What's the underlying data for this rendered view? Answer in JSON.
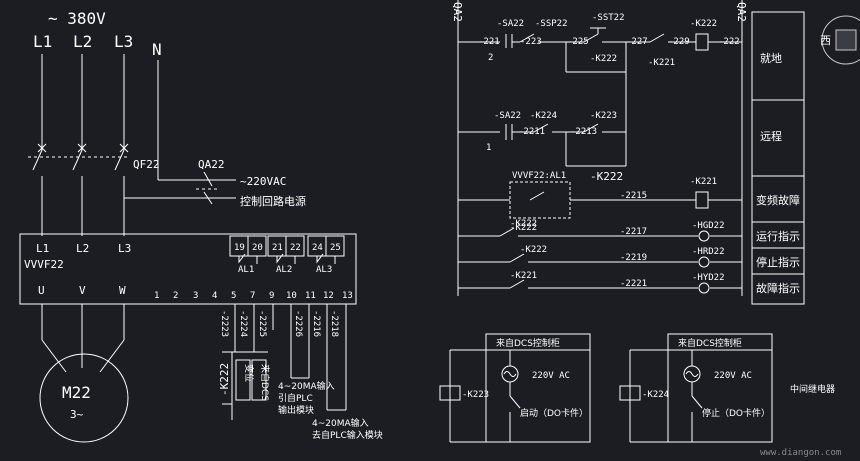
{
  "power": {
    "voltage": "~ 380V",
    "phases": [
      "L1",
      "L2",
      "L3"
    ],
    "neutral": "N",
    "breaker": "QF22",
    "isolator": "QA22",
    "ctrl_voltage": "~220VAC",
    "ctrl_label": "控制回路电源"
  },
  "vfd": {
    "name": "VVVF22",
    "inputs": [
      "L1",
      "L2",
      "L3"
    ],
    "outputs": [
      "U",
      "V",
      "W"
    ],
    "relay_terms": [
      "19",
      "20",
      "21",
      "22",
      "24",
      "25"
    ],
    "relay_names": [
      "AL1",
      "AL2",
      "AL3"
    ],
    "ctrl_terms": [
      "1",
      "2",
      "3",
      "4",
      "5",
      "7",
      "9",
      "10",
      "11",
      "12",
      "13"
    ]
  },
  "motor": {
    "name": "M22",
    "phase": "3~"
  },
  "wires": {
    "w1": "-2223",
    "w2": "-2224",
    "w3": "-2225",
    "w4": "-2226",
    "w5": "-2216",
    "w6": "-2218"
  },
  "bottom": {
    "relay": "-K222",
    "box1": "变位",
    "box2": "来自DCS",
    "note1a": "4~20MA输入",
    "note1b": "引自PLC",
    "note1c": "输出模块",
    "note2a": "4~20MA输入",
    "note2b": "去自PLC输入模块"
  },
  "ladder": {
    "qa_left": "QA2",
    "qa_right": "QA2",
    "r1": {
      "sa": "-SA22",
      "ssp": "-SSP22",
      "sst": "-SST22",
      "k": "-K222",
      "n1": "-221",
      "n2": "-223",
      "n3": "-225",
      "n4": "-227",
      "n5": "-229",
      "n6": "-222",
      "pos2": "2",
      "k222b": "-K222",
      "k221": "-K221"
    },
    "r2": {
      "sa": "-SA22",
      "k224": "-K224",
      "k223": "-K223",
      "n1": "-2211",
      "n2": "-2213",
      "pos1": "1",
      "k222": "-K222"
    },
    "r3": {
      "al": "VVVF22:AL1",
      "k222": "-K222",
      "n": "-2215",
      "k221": "-K221"
    },
    "r4": {
      "k222": "-K222",
      "n": "-2217",
      "hg": "-HGD22"
    },
    "r5": {
      "k222": "-K222",
      "n": "-2219",
      "hr": "-HRD22"
    },
    "r6": {
      "k221": "-K221",
      "n": "-2221",
      "hy": "-HYD22"
    }
  },
  "legend": [
    "就地",
    "远程",
    "变频故障",
    "运行指示",
    "停止指示",
    "故障指示"
  ],
  "dcs": {
    "left": {
      "title": "来自DCS控制柜",
      "voltage": "220V AC",
      "relay": "-K223",
      "label": "启动（DO卡件）"
    },
    "right": {
      "title": "来自DCS控制柜",
      "voltage": "220V AC",
      "relay": "-K224",
      "label": "停止（DO卡件）"
    },
    "mid_relay": "中间继电器"
  },
  "watermark": {
    "text": "www.diangon.com",
    "corner": "西"
  }
}
